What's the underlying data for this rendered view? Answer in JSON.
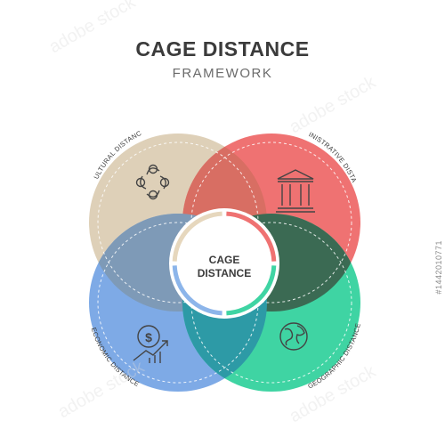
{
  "title": "CAGE DISTANCE",
  "subtitle": "FRAMEWORK",
  "center": {
    "line1": "CAGE",
    "line2": "DISTANCE"
  },
  "segments": [
    {
      "label": "CULTURAL DISTANCE",
      "color": "#ded0b8",
      "icon": "people-circle-icon"
    },
    {
      "label": "ADMINISTRATIVE DISTANCE",
      "color": "#ef7272",
      "icon": "government-building-icon"
    },
    {
      "label": "ECONOMIC DISTANCE",
      "color": "#7eaae6",
      "icon": "dollar-growth-icon"
    },
    {
      "label": "GEOGRAPHIC DISTANCE",
      "color": "#3fd4a3",
      "icon": "globe-icon"
    }
  ],
  "overlap_colors": {
    "top": "#d86e63",
    "left": "#7e9ab7",
    "right": "#3b6a53",
    "bottom": "#2d9aa6"
  },
  "watermark": "adobe stock",
  "stock_id": "#1442010771"
}
